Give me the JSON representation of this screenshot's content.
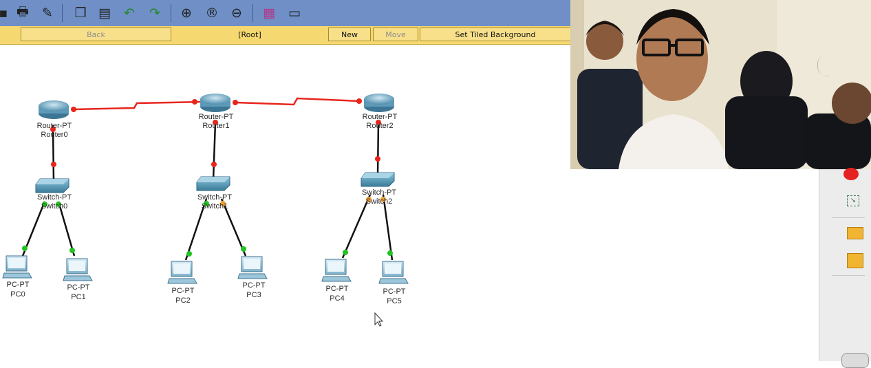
{
  "toolbar": {
    "icons": [
      "save-icon",
      "print-icon",
      "activity-wizard-icon",
      "copy-icon",
      "paste-icon",
      "undo-icon",
      "redo-icon",
      "zoom-in-icon",
      "zoom-reset-icon",
      "zoom-out-icon",
      "palette-icon",
      "custom-device-icon"
    ]
  },
  "nav": {
    "back": "Back",
    "root": "[Root]",
    "new_cluster": "New Cluster",
    "move_object": "Move Object",
    "set_tiled_background": "Set Tiled Background"
  },
  "devices": {
    "router0": {
      "type": "Router-PT",
      "name": "Router0"
    },
    "router1": {
      "type": "Router-PT",
      "name": "Router1"
    },
    "router2": {
      "type": "Router-PT",
      "name": "Router2"
    },
    "switch0": {
      "type": "Switch-PT",
      "name": "Switch0"
    },
    "switch1": {
      "type": "Switch-PT",
      "name": "Switch1"
    },
    "switch2": {
      "type": "Switch-PT",
      "name": "Switch2"
    },
    "pc0": {
      "type": "PC-PT",
      "name": "PC0"
    },
    "pc1": {
      "type": "PC-PT",
      "name": "PC1"
    },
    "pc2": {
      "type": "PC-PT",
      "name": "PC2"
    },
    "pc3": {
      "type": "PC-PT",
      "name": "PC3"
    },
    "pc4": {
      "type": "PC-PT",
      "name": "PC4"
    },
    "pc5": {
      "type": "PC-PT",
      "name": "PC5"
    }
  },
  "colors": {
    "serial_link": "#e8251c",
    "ethernet_link": "#111111",
    "port_down": "#e8251c",
    "port_up": "#22c222",
    "port_blocking": "#f0a030",
    "toolbar_bg": "#6f8fc6",
    "nav_bg": "#f5d86f"
  },
  "right_panel": {
    "icons": [
      "delete-icon",
      "resize-shape-icon",
      "simple-pdu-icon",
      "complex-pdu-icon",
      "magnify-icon"
    ]
  }
}
